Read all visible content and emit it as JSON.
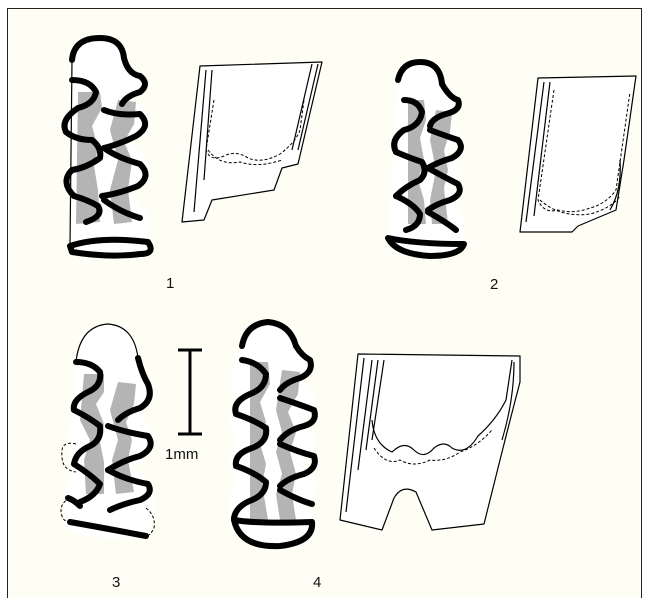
{
  "figure": {
    "labels": {
      "fig1": "1",
      "fig2": "2",
      "fig3": "3",
      "fig4": "4"
    },
    "scale_bar": {
      "label": "1mm"
    }
  },
  "colors": {
    "background": "#fffef4",
    "dentine": "#b4b4b4",
    "enamel": "#000000"
  }
}
